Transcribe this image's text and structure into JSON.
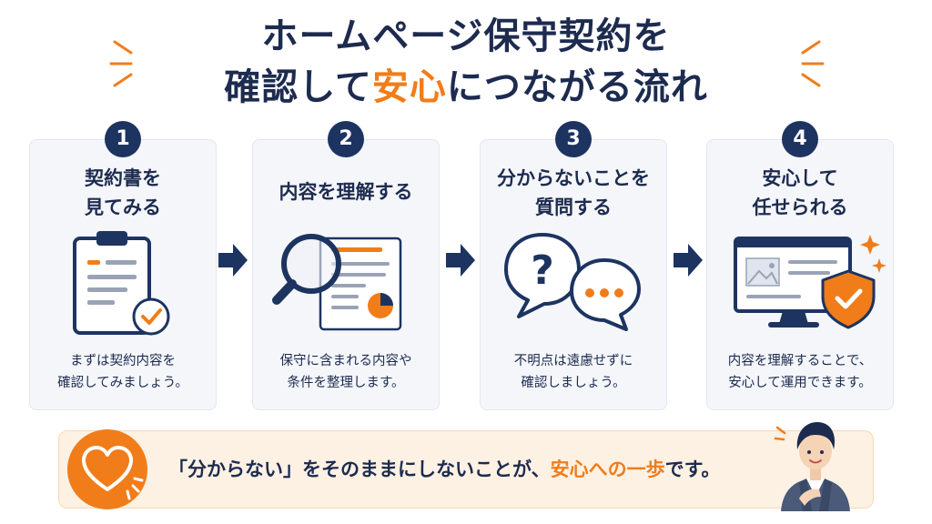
{
  "title": {
    "line1": "ホームページ保守契約を",
    "line2_before": "確認して",
    "line2_highlight": "安心",
    "line2_after": "につながる流れ"
  },
  "steps": [
    {
      "number": "1",
      "title": [
        "契約書を",
        "見てみる"
      ],
      "desc": [
        "まずは契約内容を",
        "確認してみましょう。"
      ],
      "icon": "clipboard-check-icon"
    },
    {
      "number": "2",
      "title": [
        "内容を理解する"
      ],
      "desc": [
        "保守に含まれる内容や",
        "条件を整理します。"
      ],
      "icon": "magnifier-document-icon"
    },
    {
      "number": "3",
      "title": [
        "分からないことを",
        "質問する"
      ],
      "desc": [
        "不明点は遠慮せずに",
        "確認しましょう。"
      ],
      "icon": "question-chat-icon"
    },
    {
      "number": "4",
      "title": [
        "安心して",
        "任せられる"
      ],
      "desc": [
        "内容を理解することで、",
        "安心して運用できます。"
      ],
      "icon": "monitor-shield-icon"
    }
  ],
  "banner": {
    "text_before": "「分からない」をそのままにしないことが、",
    "text_highlight": "安心への一歩",
    "text_after": "です。",
    "icon": "heart-icon"
  },
  "colors": {
    "navy": "#1d3461",
    "orange": "#f07d1a",
    "card_bg": "#f4f6fa",
    "banner_bg": "#fdf1e3"
  }
}
